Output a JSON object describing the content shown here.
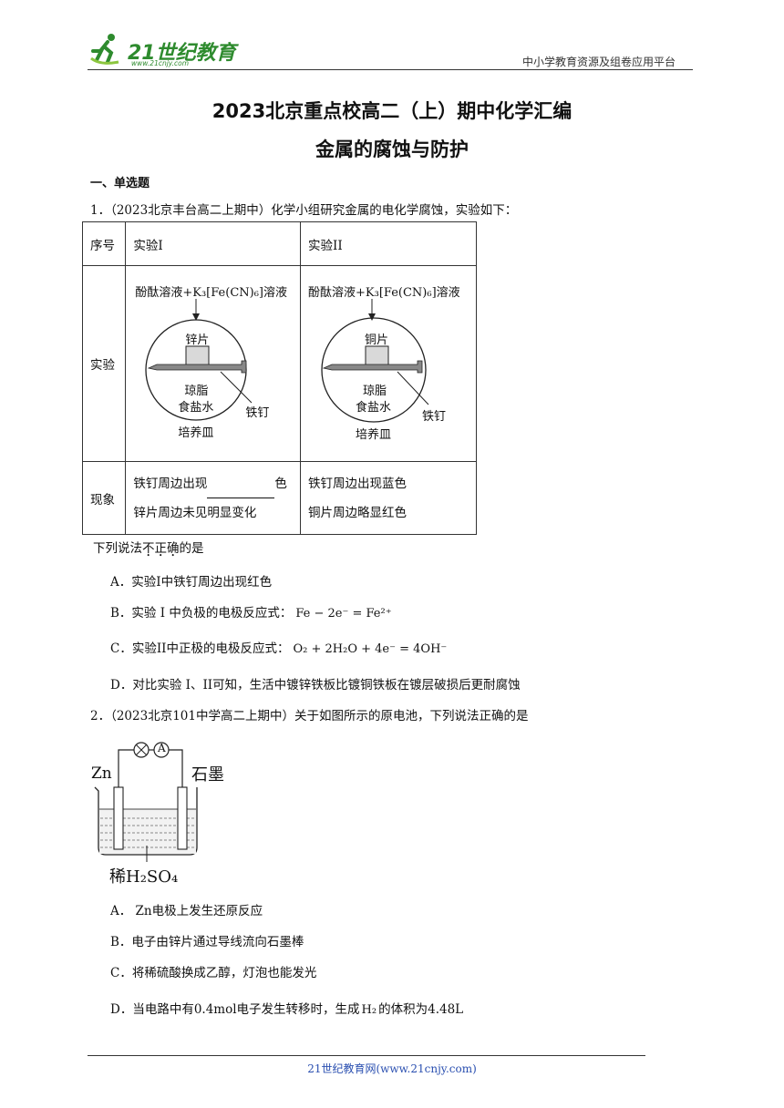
{
  "header": {
    "logo_text": "21世纪教育",
    "logo_url": "www.21cnjy.com",
    "platform": "中小学教育资源及组卷应用平台"
  },
  "title": {
    "line1": "2023北京重点校高二（上）期中化学汇编",
    "line2": "金属的腐蚀与防护"
  },
  "section": "一、单选题",
  "q1": {
    "stem": "1．（2023北京丰台高二上期中）化学小组研究金属的电化学腐蚀，实验如下：",
    "table": {
      "h_seq": "序号",
      "h_exp1": "实验I",
      "h_exp2": "实验II",
      "row_exp": "实验",
      "row_phen": "现象",
      "reagent": "酚酞溶液+K₃[Fe(CN)₆]溶液",
      "exp1_metal": "锌片",
      "exp2_metal": "铜片",
      "agar": "琼脂",
      "saltwater": "食盐水",
      "nail": "铁钉",
      "dish": "培养皿",
      "phen1_line1_a": "铁钉周边出现",
      "phen1_line1_b": "色",
      "phen1_line2": "锌片周边未见明显变化",
      "phen2_line1": "铁钉周边出现蓝色",
      "phen2_line2": "铜片周边略显红色"
    },
    "ask_a": "下列说法",
    "ask_b": "不",
    "ask_c": "正",
    "ask_d": "确",
    "ask_e": "的是",
    "optA": "A．实验I中铁钉周边出现红色",
    "optB": "B．实验 I 中负极的电极反应式：",
    "optB_eq": "Fe − 2e⁻ = Fe²⁺",
    "optC": "C．实验II中正极的电极反应式：",
    "optC_eq": "O₂ + 2H₂O + 4e⁻ = 4OH⁻",
    "optD": "D．对比实验 I、II可知，生活中镀锌铁板比镀铜铁板在镀层破损后更耐腐蚀"
  },
  "q2": {
    "stem": "2．（2023北京101中学高二上期中）关于如图所示的原电池，下列说法正确的是",
    "fig_zn": "Zn",
    "fig_graphite": "石墨",
    "fig_acid": "稀H₂SO₄",
    "fig_ammeter": "A",
    "optA": "A． Zn电极上发生还原反应",
    "optB": "B．电子由锌片通过导线流向石墨棒",
    "optC": "C．将稀硫酸换成乙醇，灯泡也能发光",
    "optD_a": "D．当电路中有0.4mol电子发生转移时，生成",
    "optD_h2": "H₂",
    "optD_b": "的体积为4.48L"
  },
  "footer": "21世纪教育网(www.21cnjy.com)"
}
